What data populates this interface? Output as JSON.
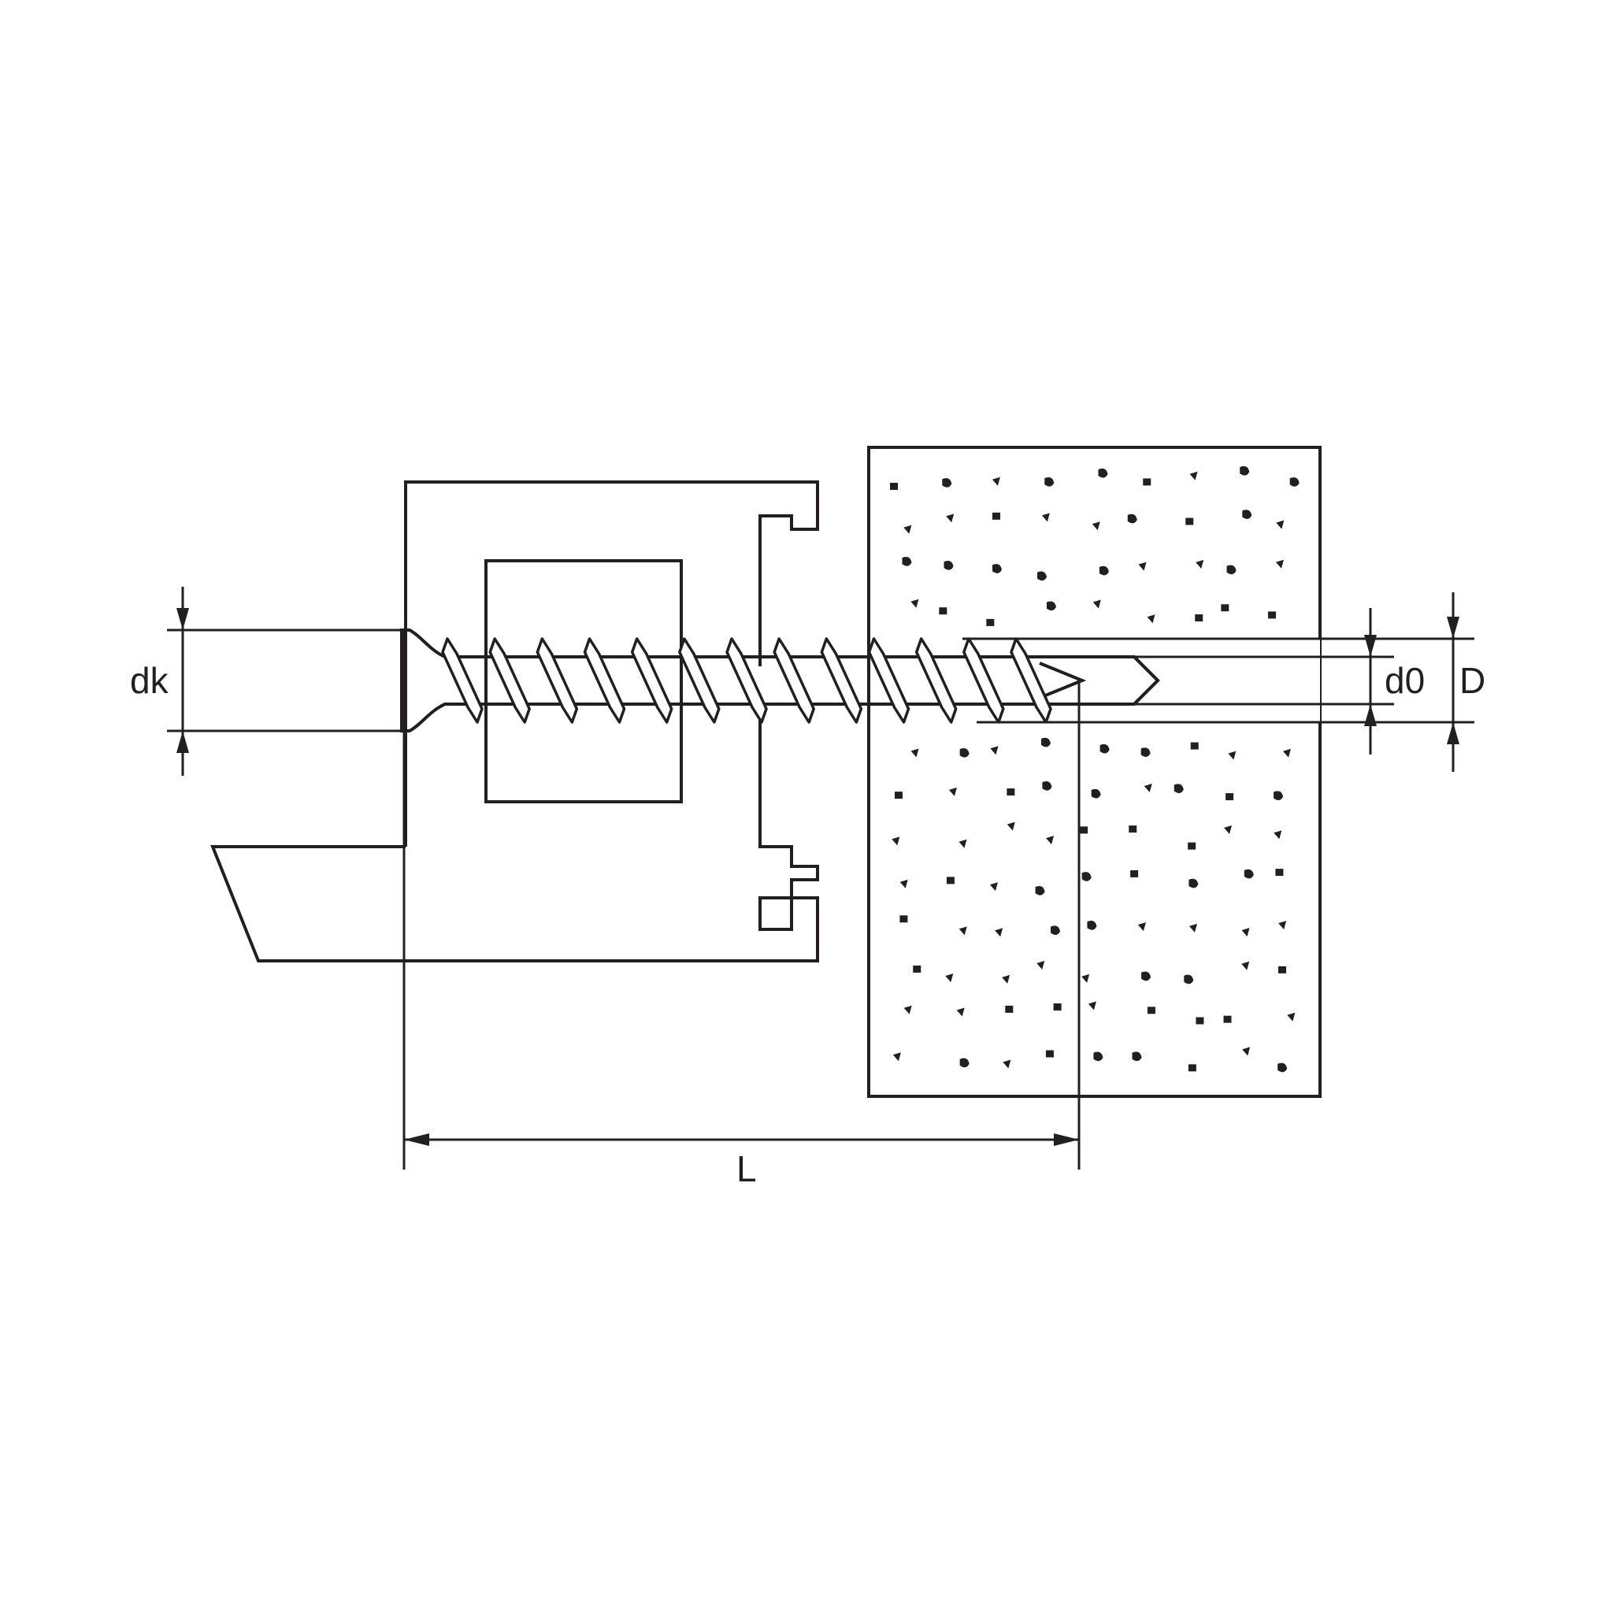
{
  "diagram": {
    "labels": {
      "head_diameter": "dk",
      "length": "L",
      "drill_diameter": "d0",
      "thread_diameter": "D"
    },
    "colors": {
      "line": "#231f20",
      "background": "#ffffff"
    },
    "thread_turns": 13
  }
}
